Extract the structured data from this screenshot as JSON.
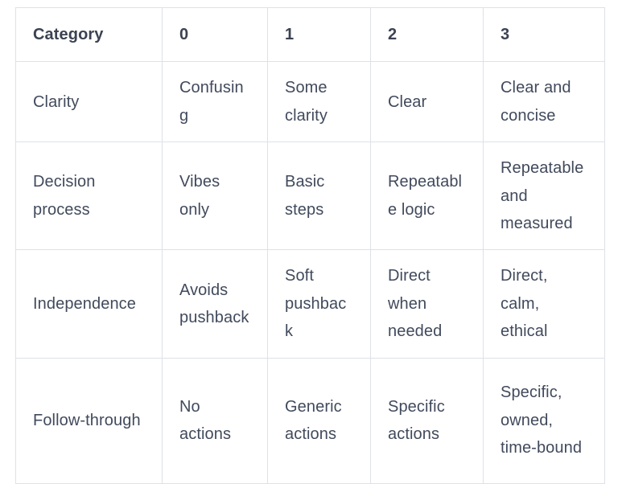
{
  "table": {
    "caption": "",
    "columns": [
      "Category",
      "0",
      "1",
      "2",
      "3"
    ],
    "rows": [
      {
        "category": "Clarity",
        "level0": "Confusing",
        "level1": "Some clarity",
        "level2": "Clear",
        "level3": "Clear and concise"
      },
      {
        "category": "Decision process",
        "level0": "Vibes only",
        "level1": "Basic steps",
        "level2": "Repeatable logic",
        "level3": "Repeatable and measured"
      },
      {
        "category": "Independence",
        "level0": "Avoids pushback",
        "level1": "Soft pushback",
        "level2": "Direct when needed",
        "level3": "Direct, calm, ethical"
      },
      {
        "category": "Follow-through",
        "level0": "No actions",
        "level1": "Generic actions",
        "level2": "Specific actions",
        "level3": "Specific, owned, time-bound"
      }
    ]
  },
  "colors": {
    "border": "#dfe1e8",
    "header_text": "#3b4252",
    "body_text": "#414a5c",
    "background": "#ffffff"
  }
}
